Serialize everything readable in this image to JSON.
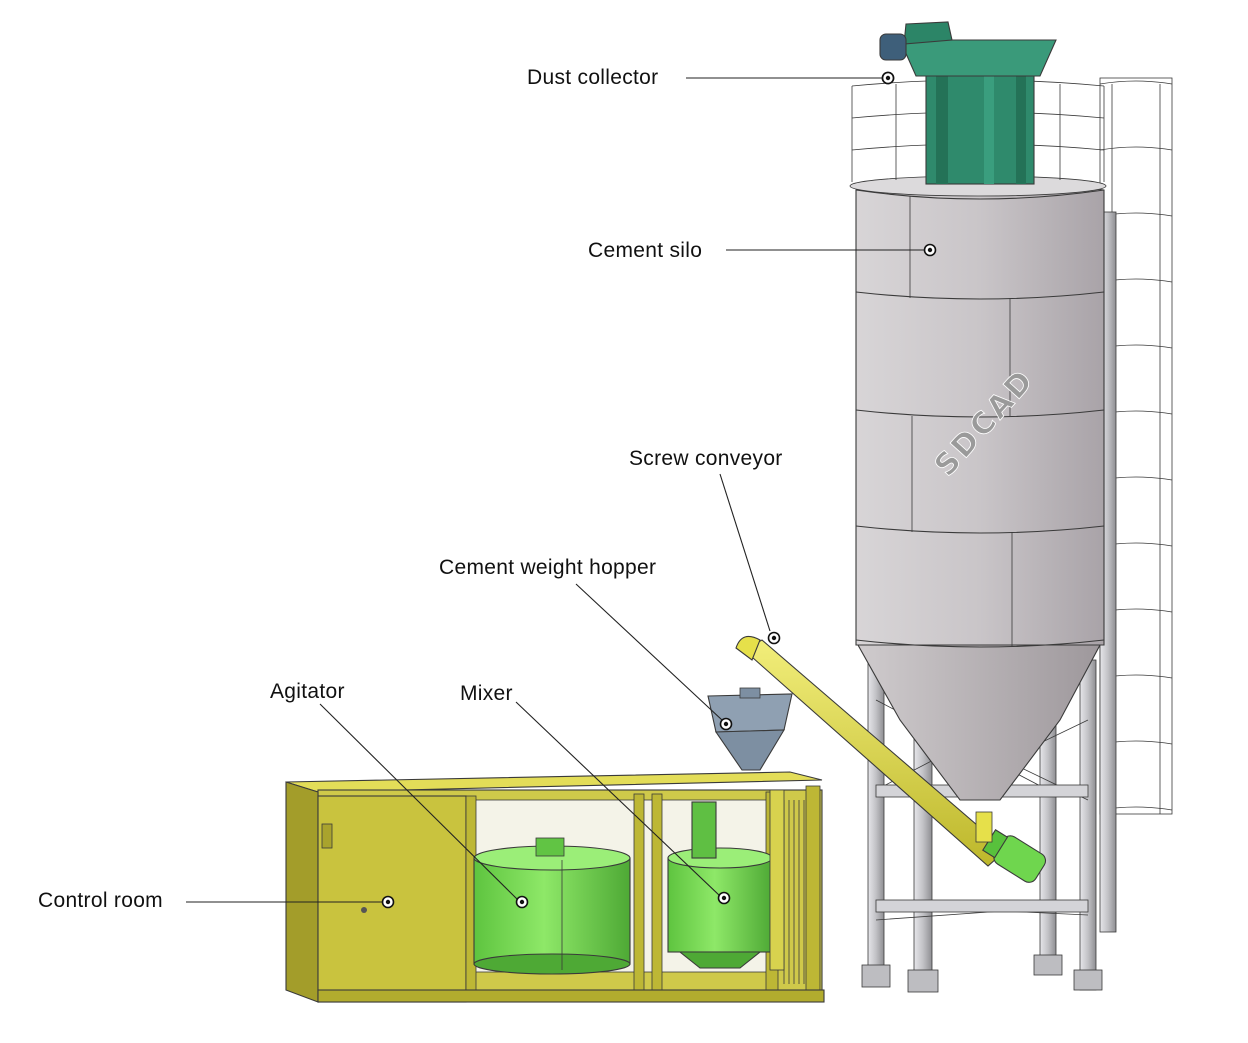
{
  "labels": {
    "dust_collector": "Dust collector",
    "cement_silo": "Cement silo",
    "screw_conveyor": "Screw conveyor",
    "cement_weight_hopper": "Cement weight hopper",
    "agitator": "Agitator",
    "mixer": "Mixer",
    "control_room": "Control room"
  },
  "watermark": "SDCAD",
  "colors": {
    "container_yellow": "#c9c43a",
    "container_yellow_light": "#dfd95a",
    "container_yellow_dark": "#8f8a1e",
    "tank_green": "#7fe05a",
    "tank_green_dark": "#4fb236",
    "dust_collector_teal": "#2e8a6c",
    "silo_grey": "#cbc7c9",
    "silo_grey_dark": "#a7a3a6",
    "conveyor_yellow": "#e6e04a",
    "leg_grey": "#c4c4c8"
  }
}
